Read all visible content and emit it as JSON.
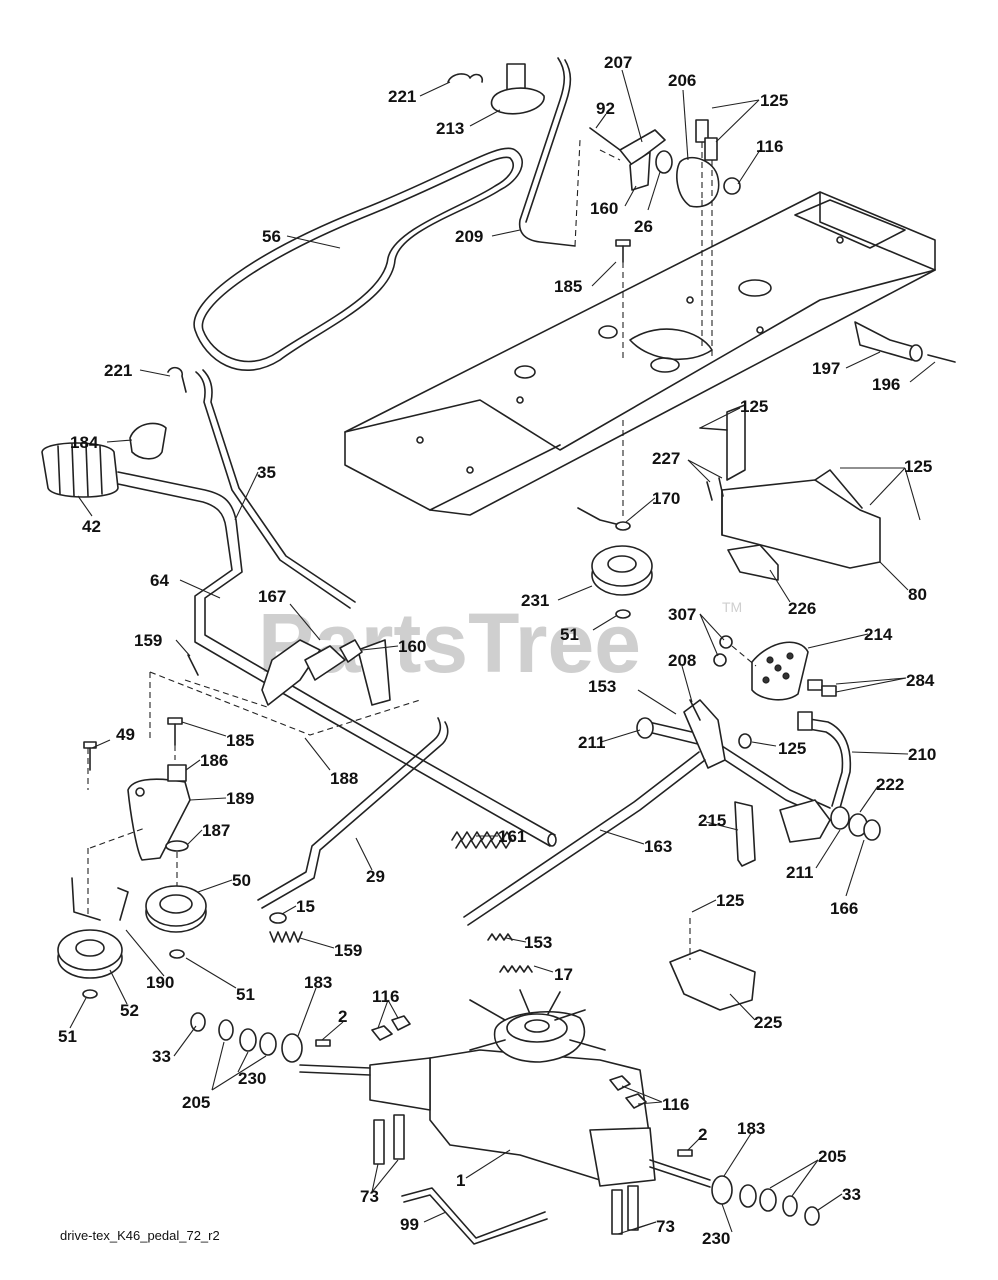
{
  "watermark": "PartsTree",
  "trademark": "TM",
  "caption": "drive-tex_K46_pedal_72_r2",
  "callouts": [
    {
      "id": "c221a",
      "text": "221"
    },
    {
      "id": "c213",
      "text": "213"
    },
    {
      "id": "c207",
      "text": "207"
    },
    {
      "id": "c92",
      "text": "92"
    },
    {
      "id": "c206",
      "text": "206"
    },
    {
      "id": "c125a",
      "text": "125"
    },
    {
      "id": "c116a",
      "text": "116"
    },
    {
      "id": "c160a",
      "text": "160"
    },
    {
      "id": "c26",
      "text": "26"
    },
    {
      "id": "c56",
      "text": "56"
    },
    {
      "id": "c209",
      "text": "209"
    },
    {
      "id": "c185a",
      "text": "185"
    },
    {
      "id": "c197",
      "text": "197"
    },
    {
      "id": "c196",
      "text": "196"
    },
    {
      "id": "c221b",
      "text": "221"
    },
    {
      "id": "c184",
      "text": "184"
    },
    {
      "id": "c35",
      "text": "35"
    },
    {
      "id": "c42",
      "text": "42"
    },
    {
      "id": "c125b",
      "text": "125"
    },
    {
      "id": "c227",
      "text": "227"
    },
    {
      "id": "c125c",
      "text": "125"
    },
    {
      "id": "c170",
      "text": "170"
    },
    {
      "id": "c64",
      "text": "64"
    },
    {
      "id": "c167",
      "text": "167"
    },
    {
      "id": "c231",
      "text": "231"
    },
    {
      "id": "c226",
      "text": "226"
    },
    {
      "id": "c80",
      "text": "80"
    },
    {
      "id": "c307",
      "text": "307"
    },
    {
      "id": "c214",
      "text": "214"
    },
    {
      "id": "c159a",
      "text": "159"
    },
    {
      "id": "c160b",
      "text": "160"
    },
    {
      "id": "c51a",
      "text": "51"
    },
    {
      "id": "c208",
      "text": "208"
    },
    {
      "id": "c284",
      "text": "284"
    },
    {
      "id": "c153a",
      "text": "153"
    },
    {
      "id": "c49",
      "text": "49"
    },
    {
      "id": "c185b",
      "text": "185"
    },
    {
      "id": "c211a",
      "text": "211"
    },
    {
      "id": "c125d",
      "text": "125"
    },
    {
      "id": "c210",
      "text": "210"
    },
    {
      "id": "c186",
      "text": "186"
    },
    {
      "id": "c188",
      "text": "188"
    },
    {
      "id": "c189",
      "text": "189"
    },
    {
      "id": "c222",
      "text": "222"
    },
    {
      "id": "c187",
      "text": "187"
    },
    {
      "id": "c161",
      "text": "161"
    },
    {
      "id": "c215",
      "text": "215"
    },
    {
      "id": "c163",
      "text": "163"
    },
    {
      "id": "c29",
      "text": "29"
    },
    {
      "id": "c50",
      "text": "50"
    },
    {
      "id": "c211b",
      "text": "211"
    },
    {
      "id": "c166",
      "text": "166"
    },
    {
      "id": "c15",
      "text": "15"
    },
    {
      "id": "c125e",
      "text": "125"
    },
    {
      "id": "c159b",
      "text": "159"
    },
    {
      "id": "c153b",
      "text": "153"
    },
    {
      "id": "c190",
      "text": "190"
    },
    {
      "id": "c51b",
      "text": "51"
    },
    {
      "id": "c17",
      "text": "17"
    },
    {
      "id": "c52",
      "text": "52"
    },
    {
      "id": "c183a",
      "text": "183"
    },
    {
      "id": "c225",
      "text": "225"
    },
    {
      "id": "c51c",
      "text": "51"
    },
    {
      "id": "c116b",
      "text": "116"
    },
    {
      "id": "c2a",
      "text": "2"
    },
    {
      "id": "c33a",
      "text": "33"
    },
    {
      "id": "c230a",
      "text": "230"
    },
    {
      "id": "c205a",
      "text": "205"
    },
    {
      "id": "c116c",
      "text": "116"
    },
    {
      "id": "c2b",
      "text": "2"
    },
    {
      "id": "c183b",
      "text": "183"
    },
    {
      "id": "c205b",
      "text": "205"
    },
    {
      "id": "c1",
      "text": "1"
    },
    {
      "id": "c33b",
      "text": "33"
    },
    {
      "id": "c73a",
      "text": "73"
    },
    {
      "id": "c99",
      "text": "99"
    },
    {
      "id": "c73b",
      "text": "73"
    },
    {
      "id": "c230b",
      "text": "230"
    }
  ]
}
